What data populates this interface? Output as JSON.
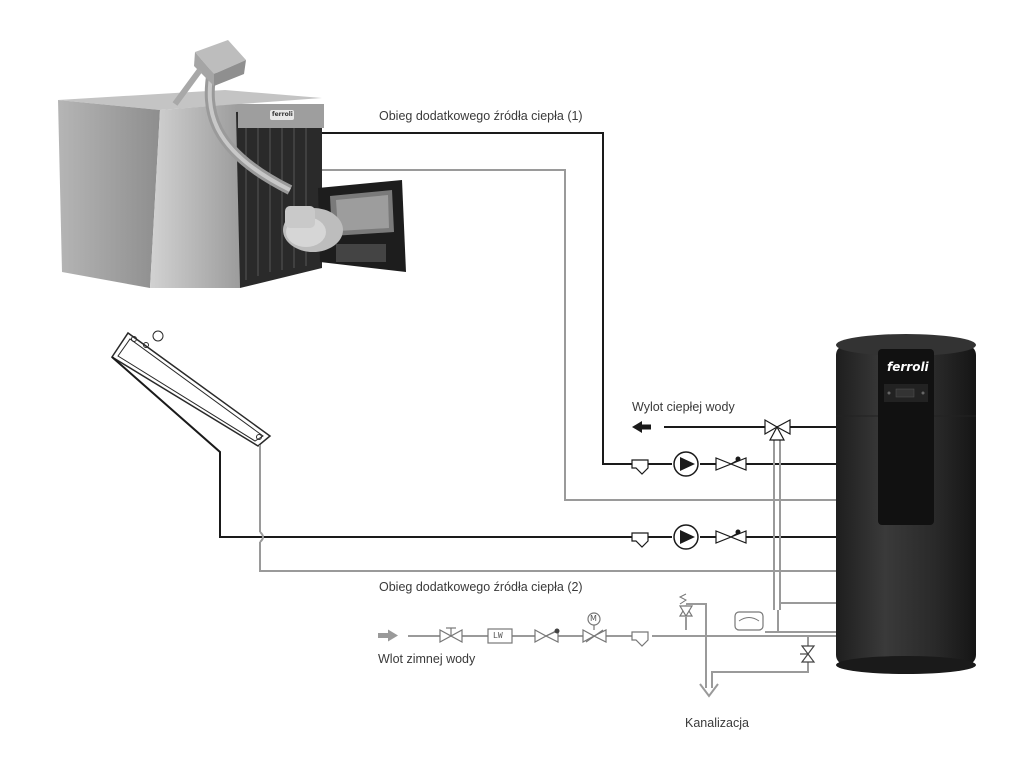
{
  "labels": {
    "circuit_1": "Obieg dodatkowego źródła ciepła (1)",
    "circuit_2": "Obieg dodatkowego źródła ciepła (2)",
    "hot_water_outlet": "Wylot ciepłej wody",
    "cold_water_inlet": "Wlot zimnej wody",
    "drain": "Kanalizacja"
  },
  "brand": {
    "tank_logo": "ferroli",
    "boiler_badge": "ferroli"
  },
  "symbols": {
    "water_meter": "LW",
    "motor_valve": "M"
  },
  "colors": {
    "pipe_dark": "#1a1a1a",
    "pipe_light": "#9a9a9a",
    "tank_body": "#2b2b2b",
    "boiler_body": "#a8a8a8"
  }
}
